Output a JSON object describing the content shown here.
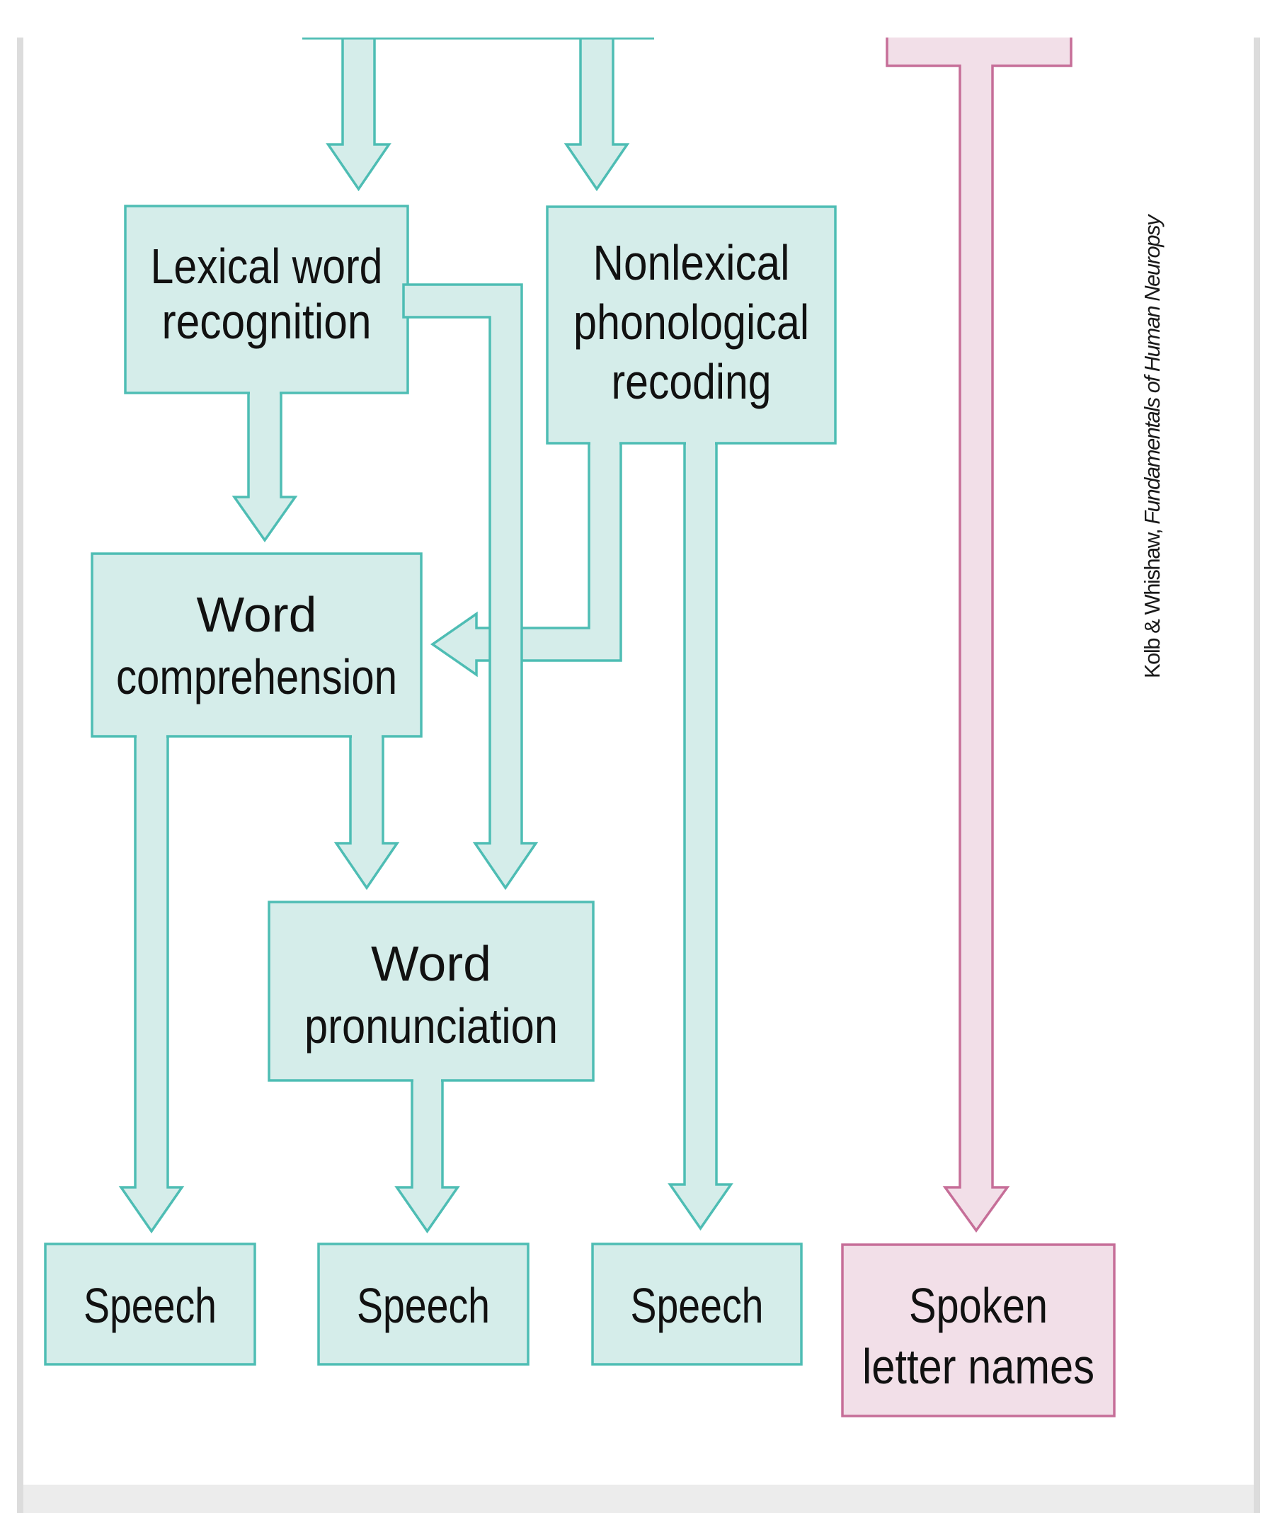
{
  "colors": {
    "teal_stroke": "#4ebdb4",
    "teal_fill": "#d5edea",
    "pink_stroke": "#c66e98",
    "pink_fill": "#f2dfe8",
    "text": "#111111",
    "frame_gray": "#dcdcdc",
    "footer_gray": "#ececec"
  },
  "diagram": {
    "boxes": [
      {
        "id": "lexical",
        "lines": [
          "Lexical word",
          "recognition"
        ],
        "theme": "teal"
      },
      {
        "id": "nonlexical",
        "lines": [
          "Nonlexical",
          "phonological",
          "recoding"
        ],
        "theme": "teal"
      },
      {
        "id": "comprehension",
        "lines": [
          "Word",
          "comprehension"
        ],
        "theme": "teal"
      },
      {
        "id": "pronunciation",
        "lines": [
          "Word",
          "pronunciation"
        ],
        "theme": "teal"
      },
      {
        "id": "speech-1",
        "lines": [
          "Speech"
        ],
        "theme": "teal"
      },
      {
        "id": "speech-2",
        "lines": [
          "Speech"
        ],
        "theme": "teal"
      },
      {
        "id": "speech-3",
        "lines": [
          "Speech"
        ],
        "theme": "teal"
      },
      {
        "id": "spoken-letter-names",
        "lines": [
          "Spoken",
          "letter names"
        ],
        "theme": "pink"
      }
    ],
    "connections": [
      {
        "from": "input (above, cropped)",
        "to": "lexical"
      },
      {
        "from": "input (above, cropped)",
        "to": "nonlexical"
      },
      {
        "from": "letter input (above, cropped)",
        "to": "spoken-letter-names"
      },
      {
        "from": "lexical",
        "to": "comprehension"
      },
      {
        "from": "lexical",
        "to": "pronunciation"
      },
      {
        "from": "nonlexical",
        "to": "comprehension"
      },
      {
        "from": "nonlexical",
        "to": "speech-3"
      },
      {
        "from": "comprehension",
        "to": "speech-1"
      },
      {
        "from": "comprehension",
        "to": "pronunciation"
      },
      {
        "from": "pronunciation",
        "to": "speech-2"
      }
    ]
  },
  "credit": {
    "authors": "Kolb & Whishaw, ",
    "title": "Fundamentals of Human Neuropsy"
  }
}
